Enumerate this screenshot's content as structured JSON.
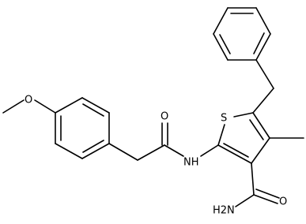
{
  "structure": {
    "atoms": {
      "methoxy_o": {
        "text": "O"
      },
      "sulfur": {
        "text": "S"
      },
      "amide_nh": {
        "text": "NH"
      },
      "amide_o_top": {
        "text": "O"
      },
      "amide_o_right": {
        "text": "O"
      },
      "amide_nh2": {
        "text": "H2N"
      }
    }
  }
}
